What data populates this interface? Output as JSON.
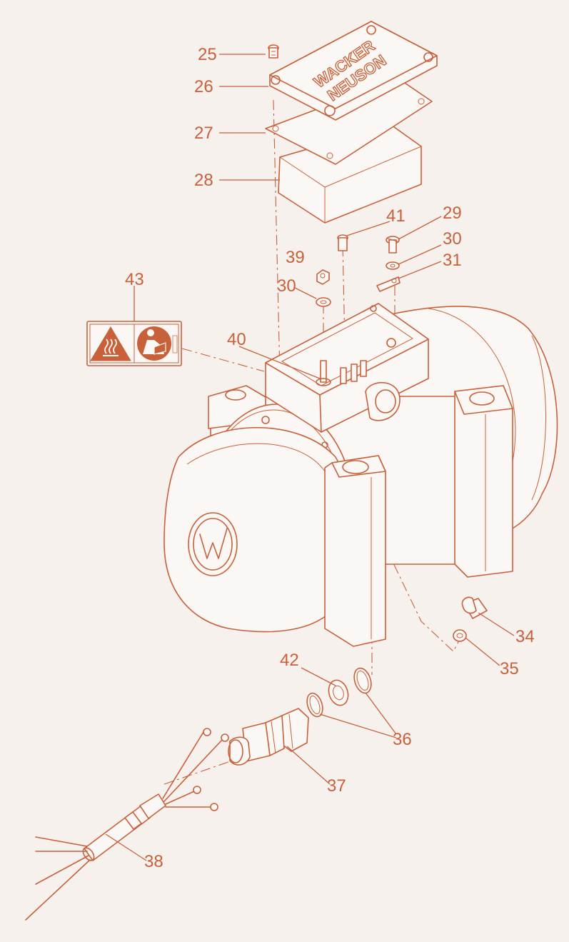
{
  "callouts": {
    "c25": "25",
    "c26": "26",
    "c27": "27",
    "c28": "28",
    "c29": "29",
    "c30a": "30",
    "c31": "31",
    "c39": "39",
    "c30b": "30",
    "c41": "41",
    "c43": "43",
    "c40": "40",
    "c34": "34",
    "c35": "35",
    "c42": "42",
    "c36": "36",
    "c37": "37",
    "c38": "38"
  },
  "cover_logo": {
    "line1": "WACKER",
    "line2": "NEUSON"
  },
  "colors": {
    "line": "#c8603a",
    "background": "#f7f1ed",
    "fill": "#fbf7f4"
  },
  "icons": [
    "hot-surface-warning-icon",
    "read-manual-icon",
    "wacker-neuson-w-logo-icon"
  ]
}
